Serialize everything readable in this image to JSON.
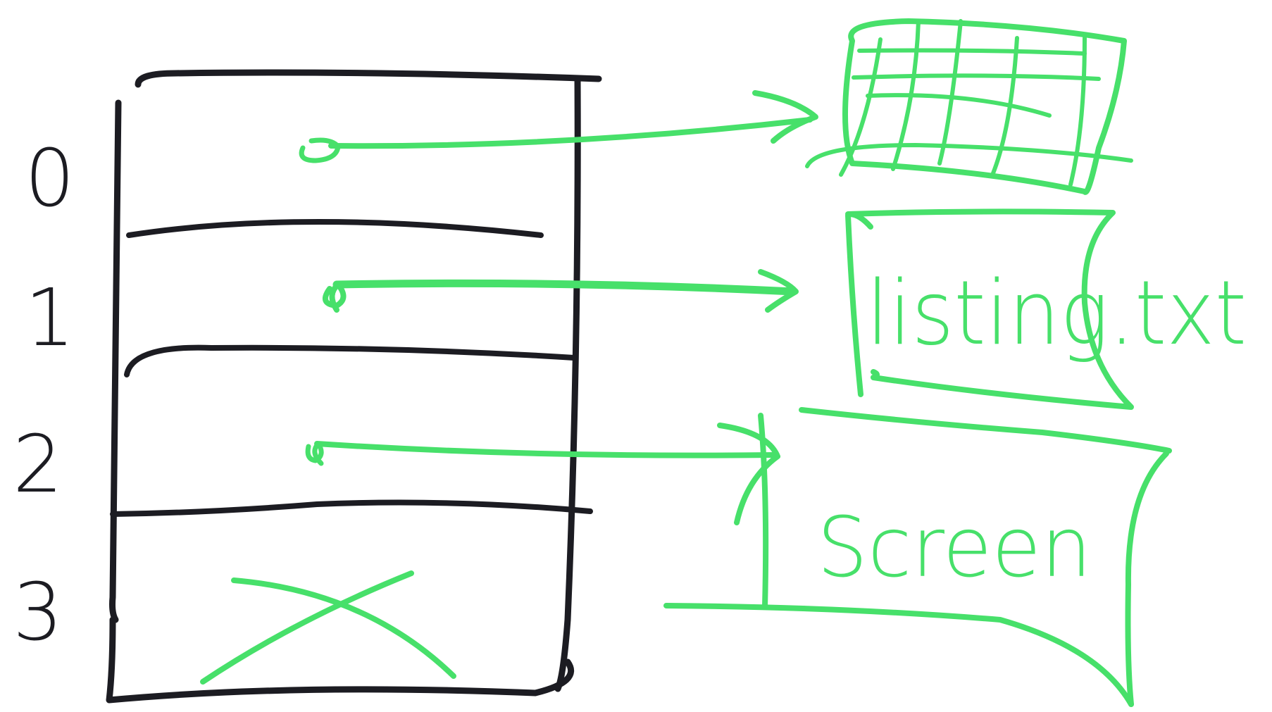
{
  "diagram": {
    "row_labels": [
      "0",
      "1",
      "2",
      "3"
    ],
    "targets": {
      "file_label": "listing.txt",
      "screen_label": "Screen"
    }
  },
  "colors": {
    "ink_dark": "#1c1c22",
    "ink_green": "#47e06a",
    "background": "#ffffff"
  }
}
